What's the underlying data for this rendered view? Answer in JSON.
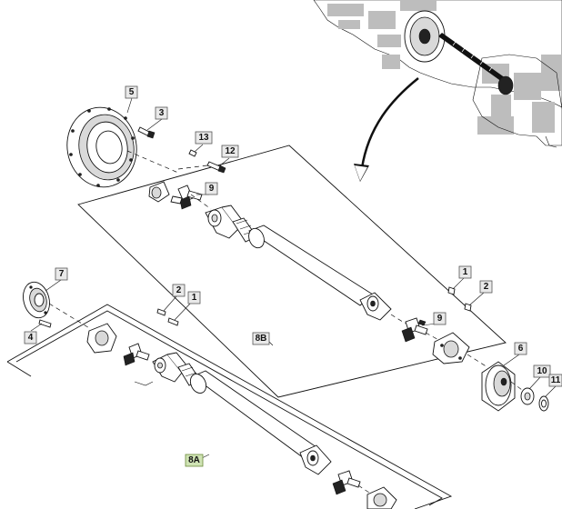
{
  "diagram": {
    "callouts": [
      {
        "id": "c5",
        "label": "5"
      },
      {
        "id": "c3",
        "label": "3"
      },
      {
        "id": "c13",
        "label": "13"
      },
      {
        "id": "c12",
        "label": "12"
      },
      {
        "id": "c9a",
        "label": "9"
      },
      {
        "id": "c7",
        "label": "7"
      },
      {
        "id": "c4",
        "label": "4"
      },
      {
        "id": "c2a",
        "label": "2"
      },
      {
        "id": "c1a",
        "label": "1"
      },
      {
        "id": "c1b",
        "label": "1"
      },
      {
        "id": "c2b",
        "label": "2"
      },
      {
        "id": "c9b",
        "label": "9"
      },
      {
        "id": "c8B",
        "label": "8B"
      },
      {
        "id": "c6",
        "label": "6"
      },
      {
        "id": "c10",
        "label": "10"
      },
      {
        "id": "c11",
        "label": "11"
      },
      {
        "id": "c8A",
        "label": "8A"
      }
    ],
    "colors": {
      "line": "#111111",
      "callout_fill": "#e9e9e9",
      "callout_highlight": "#cfe3b4"
    }
  }
}
